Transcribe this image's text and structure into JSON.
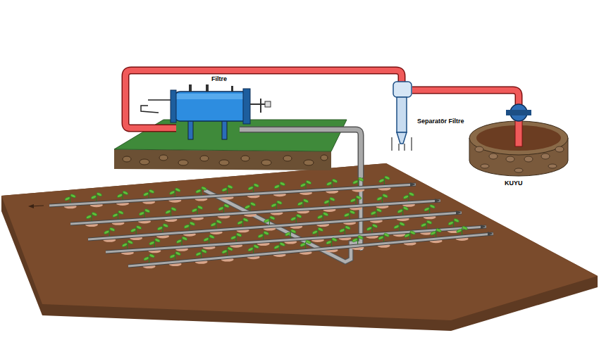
{
  "diagram": {
    "labels": [
      "Filtre",
      "Separatör Filtre",
      "KUYU"
    ]
  }
}
